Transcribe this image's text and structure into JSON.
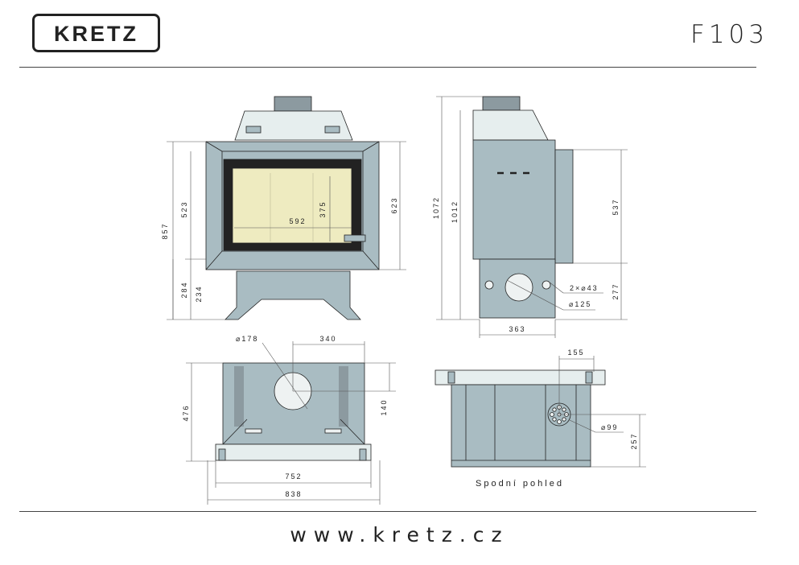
{
  "header": {
    "logo_text": "KRETZ",
    "model": "F103"
  },
  "footer": {
    "website": "www.kretz.cz"
  },
  "front_view": {
    "dims": {
      "total_height": "857",
      "upper_height": "523",
      "base_height": "284",
      "leg_height": "234",
      "glass_width": "592",
      "glass_height": "375",
      "frame_height": "623"
    }
  },
  "side_view": {
    "dims": {
      "total_height": "1072",
      "body_height": "1012",
      "door_height": "537",
      "base_height": "277",
      "base_width": "363",
      "small_holes": "2×⌀43",
      "outlet": "⌀125"
    }
  },
  "top_view": {
    "dims": {
      "flue_diameter": "⌀178",
      "flue_offset_x": "340",
      "flue_offset_y": "140",
      "depth": "476",
      "inner_width": "752",
      "outer_width": "838"
    }
  },
  "bottom_view": {
    "caption": "Spodní pohled",
    "dims": {
      "inlet_offset_x": "155",
      "inlet_diameter": "⌀99",
      "inlet_offset_y": "257"
    }
  },
  "colors": {
    "body": "#a9bcc2",
    "glass": "#eeebc0",
    "dark": "#222222",
    "top": "#e6eeee"
  }
}
